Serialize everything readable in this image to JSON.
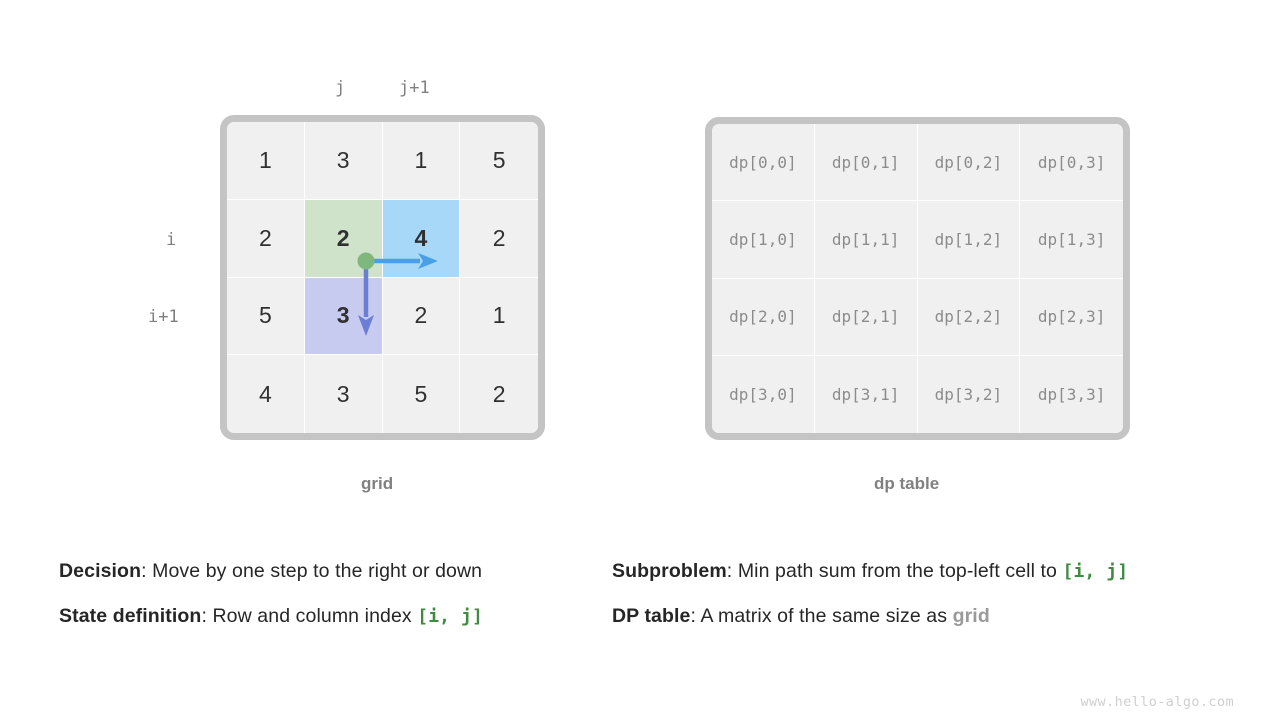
{
  "grid": {
    "caption": "grid",
    "col_labels": {
      "j": "j",
      "j_plus_1": "j+1"
    },
    "row_labels": {
      "i": "i",
      "i_plus_1": "i+1"
    },
    "rows": [
      [
        "1",
        "3",
        "1",
        "5"
      ],
      [
        "2",
        "2",
        "4",
        "2"
      ],
      [
        "5",
        "3",
        "2",
        "1"
      ],
      [
        "4",
        "3",
        "5",
        "2"
      ]
    ],
    "highlights": {
      "current_cell": {
        "row": 1,
        "col": 1,
        "color": "#cfe3cb",
        "value_color": "#3f8b41"
      },
      "right_cell": {
        "row": 1,
        "col": 2,
        "color": "#a8d8f7",
        "value_color": "#1f7fcf"
      },
      "down_cell": {
        "row": 2,
        "col": 1,
        "color": "#c6cbef",
        "value_color": "#1c3fd6"
      }
    },
    "arrows": {
      "origin_dot_color": "#7fb87f",
      "right_arrow_color": "#49a0e4",
      "down_arrow_color": "#6a7ed4"
    }
  },
  "dp_table": {
    "caption": "dp table",
    "rows": [
      [
        "dp[0,0]",
        "dp[0,1]",
        "dp[0,2]",
        "dp[0,3]"
      ],
      [
        "dp[1,0]",
        "dp[1,1]",
        "dp[1,2]",
        "dp[1,3]"
      ],
      [
        "dp[2,0]",
        "dp[2,1]",
        "dp[2,2]",
        "dp[2,3]"
      ],
      [
        "dp[3,0]",
        "dp[3,1]",
        "dp[3,2]",
        "dp[3,3]"
      ]
    ]
  },
  "notes": {
    "decision": {
      "label": "Decision",
      "separator": ": ",
      "text": "Move by one step to the right or down"
    },
    "state_definition": {
      "label": "State definition",
      "separator": ": ",
      "text": "Row and column index ",
      "code": "[i, j]"
    },
    "subproblem": {
      "label": "Subproblem",
      "separator": ": ",
      "text": "Min path sum from the top-left cell to ",
      "code": "[i, j]"
    },
    "dp_table_note": {
      "label": "DP table",
      "separator": ": ",
      "text": "A matrix of the same size as ",
      "code": "grid"
    }
  },
  "watermark": "www.hello-algo.com",
  "colors": {
    "border": "#c4c4c4",
    "cell_bg": "#f0f0f0",
    "green": "#3f8b41",
    "blue": "#1f7fcf",
    "navy": "#1c3fd6",
    "muted": "#808080"
  }
}
